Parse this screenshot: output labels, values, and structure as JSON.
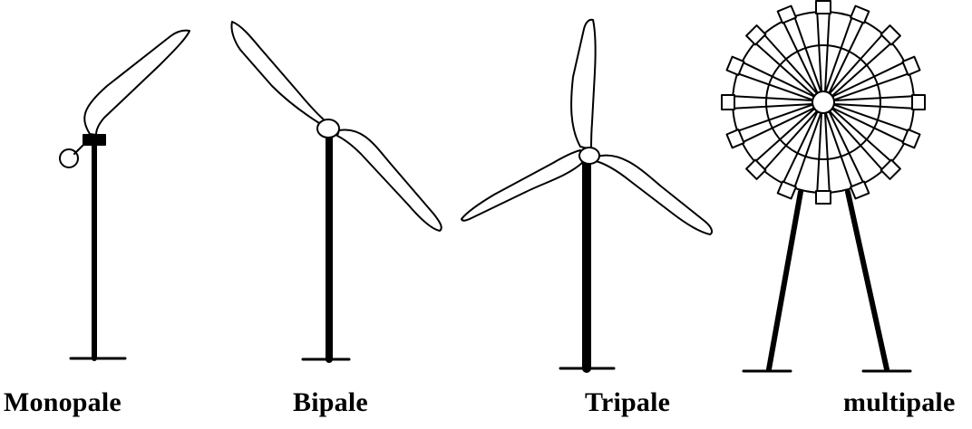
{
  "turbines": [
    {
      "id": "monopale",
      "label": "Monopale",
      "blades": 1
    },
    {
      "id": "bipale",
      "label": "Bipale",
      "blades": 2
    },
    {
      "id": "tripale",
      "label": "Tripale",
      "blades": 3
    },
    {
      "id": "multipale",
      "label": "multipale",
      "blades": 16
    }
  ],
  "colors": {
    "ink": "#000000",
    "background": "#ffffff"
  }
}
